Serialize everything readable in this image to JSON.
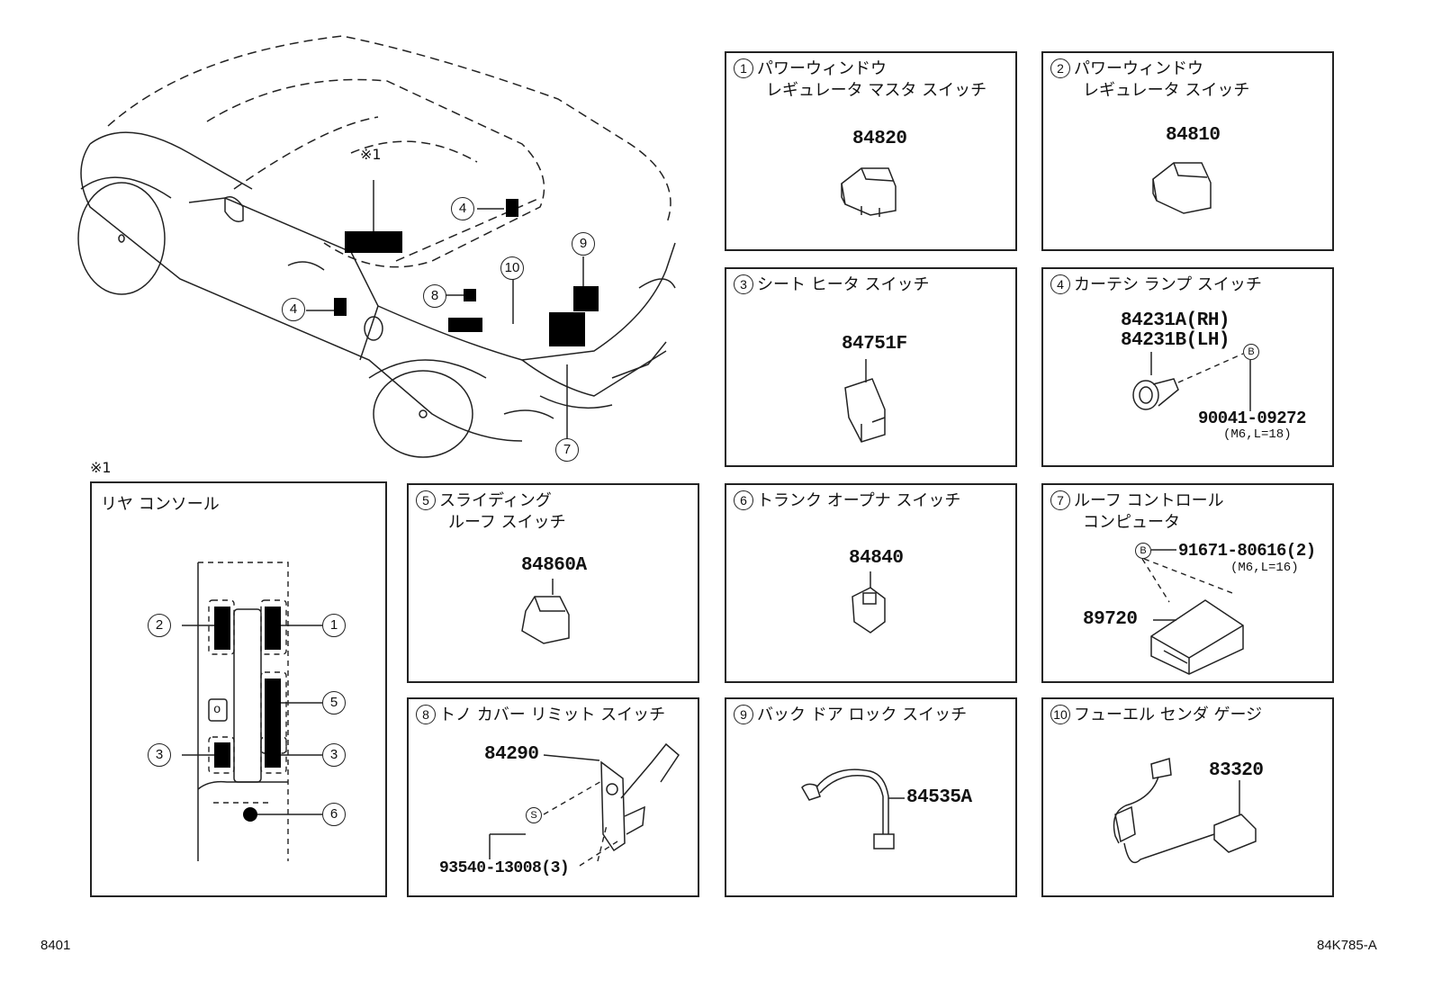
{
  "panels": {
    "p1": {
      "num": "1",
      "title1": "パワーウィンドウ",
      "title2": "レギュレータ マスタ スイッチ",
      "part": "84820"
    },
    "p2": {
      "num": "2",
      "title1": "パワーウィンドウ",
      "title2": "レギュレータ スイッチ",
      "part": "84810"
    },
    "p3": {
      "num": "3",
      "title1": "シート ヒータ スイッチ",
      "part": "84751F"
    },
    "p4": {
      "num": "4",
      "title1": "カーテシ ランプ スイッチ",
      "part_rh": "84231A(RH)",
      "part_lh": "84231B(LH)",
      "ref": "B",
      "bolt": "90041-09272",
      "bolt_spec": "(M6,L=18)"
    },
    "p5": {
      "num": "5",
      "title1": "スライディング",
      "title2": "ルーフ スイッチ",
      "part": "84860A"
    },
    "p6": {
      "num": "6",
      "title1": "トランク オープナ スイッチ",
      "part": "84840"
    },
    "p7": {
      "num": "7",
      "title1": "ルーフ コントロール",
      "title2": "コンピュータ",
      "ref": "B",
      "bolt": "91671-80616(2)",
      "bolt_spec": "(M6,L=16)",
      "part": "89720"
    },
    "p8": {
      "num": "8",
      "title1": "トノ カバー リミット スイッチ",
      "part": "84290",
      "ref": "S",
      "screw": "93540-13008(3)"
    },
    "p9": {
      "num": "9",
      "title1": "バック ドア ロック スイッチ",
      "part": "84535A"
    },
    "p10": {
      "num": "10",
      "title1": "フューエル センダ ゲージ",
      "part": "83320"
    }
  },
  "console": {
    "mark": "※1",
    "title": "リヤ コンソール",
    "callouts": [
      "2",
      "1",
      "5",
      "3",
      "3",
      "6"
    ],
    "small_label": "o"
  },
  "car": {
    "mark": "※1",
    "callouts": [
      "4",
      "4",
      "8",
      "10",
      "9",
      "7"
    ]
  },
  "footer": {
    "left": "8401",
    "right": "84K785-A"
  }
}
